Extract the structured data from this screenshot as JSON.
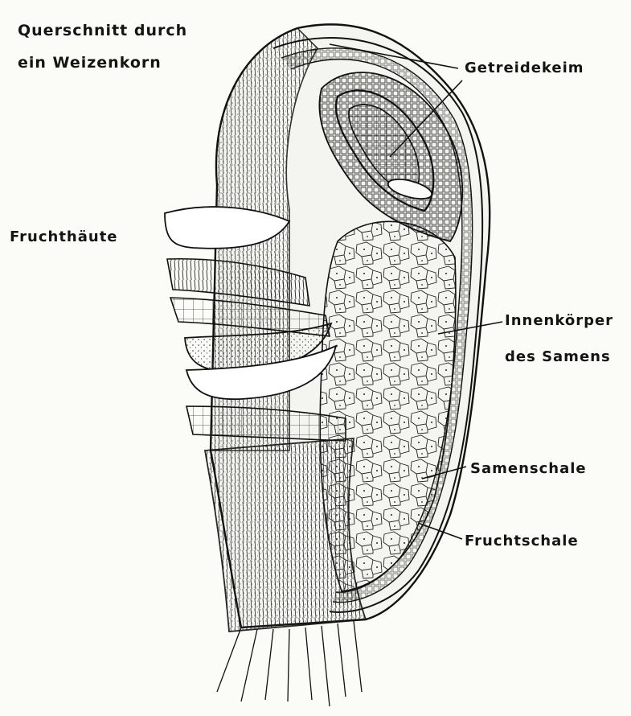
{
  "title": {
    "line1": "Querschnitt durch",
    "line2": "ein Weizenkorn"
  },
  "labels": {
    "fruchthaeute": "Fruchthäute",
    "getreidekeim": "Getreidekeim",
    "innenkoerper_line1": "Innenkörper",
    "innenkoerper_line2": "des Samens",
    "samenschale": "Samenschale",
    "fruchtschale": "Fruchtschale"
  },
  "colors": {
    "ink": "#141414",
    "paper": "#fbfbf8",
    "layer": "#f2f2ee"
  }
}
